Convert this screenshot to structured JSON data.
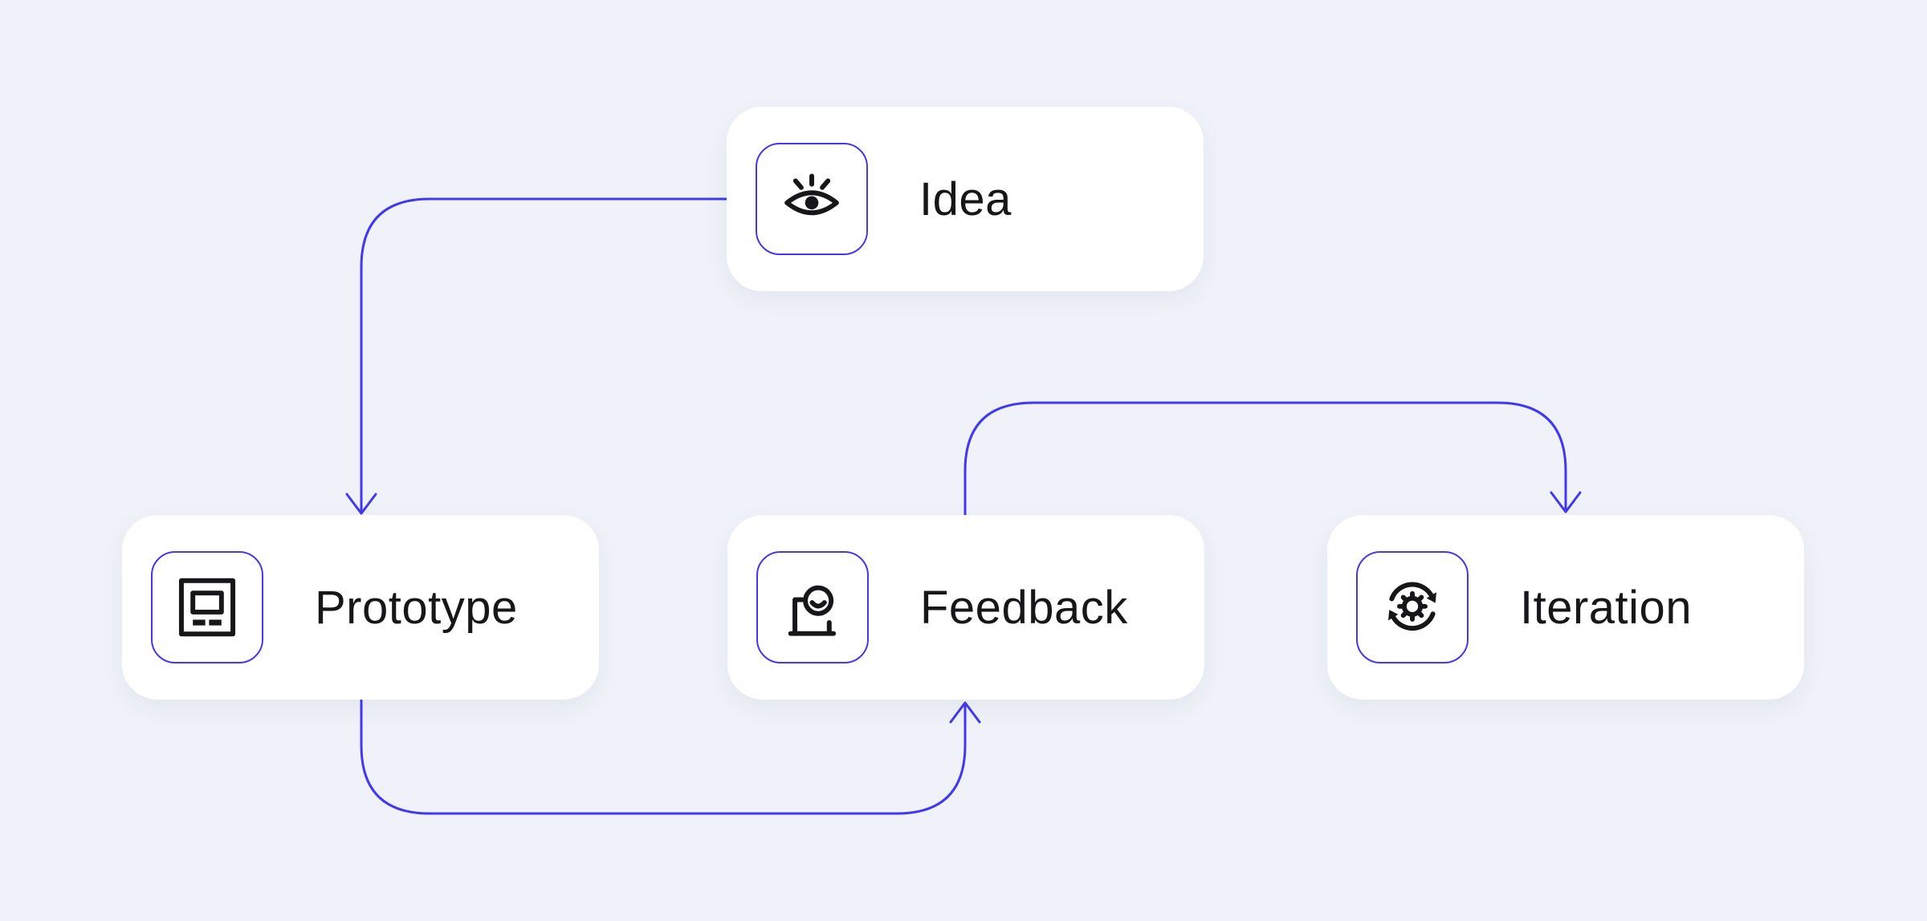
{
  "nodes": [
    {
      "label": "Idea",
      "icon": "eye-icon"
    },
    {
      "label": "Prototype",
      "icon": "wireframe-icon"
    },
    {
      "label": "Feedback",
      "icon": "user-presenting-icon"
    },
    {
      "label": "Iteration",
      "icon": "gear-sync-icon"
    }
  ],
  "connectors": [
    {
      "from": "Idea",
      "to": "Prototype"
    },
    {
      "from": "Prototype",
      "to": "Feedback"
    },
    {
      "from": "Feedback",
      "to": "Iteration"
    }
  ],
  "theme": {
    "background": "#EFF2F8",
    "card": "#FFFFFF",
    "accent": "#4438EC",
    "text": "#17171A"
  }
}
